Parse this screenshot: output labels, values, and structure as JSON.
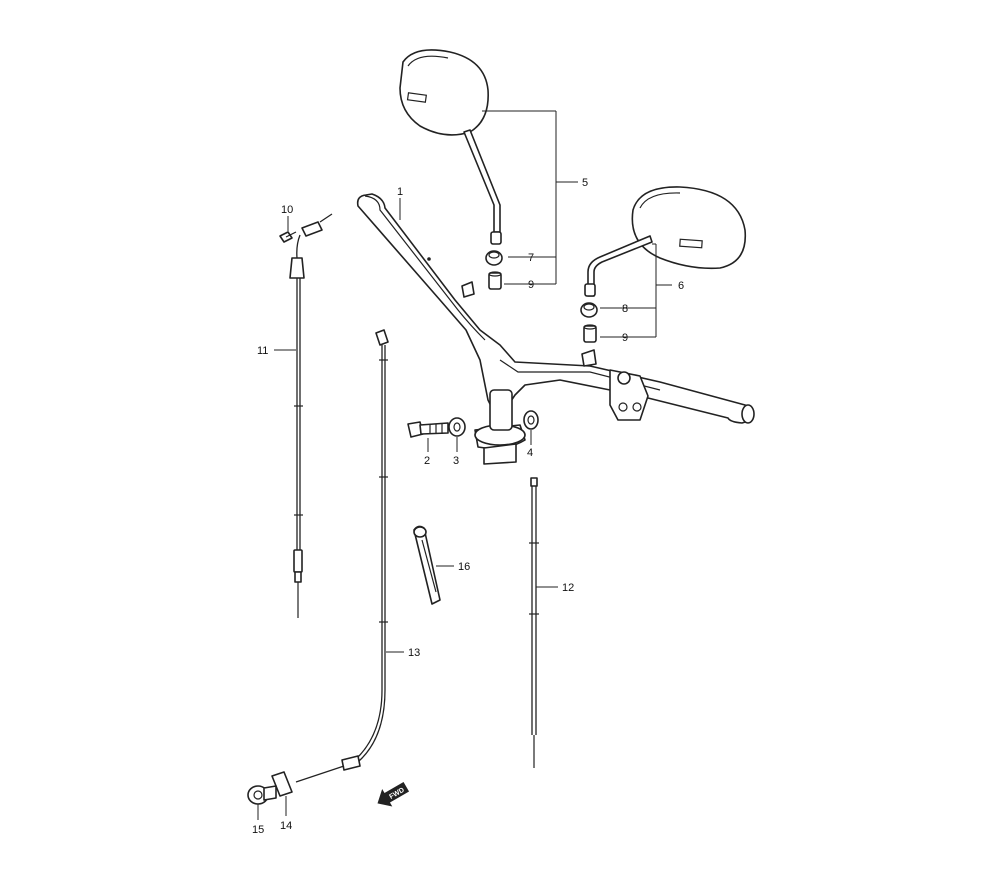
{
  "callouts": [
    {
      "id": "1",
      "text": "1"
    },
    {
      "id": "2",
      "text": "2"
    },
    {
      "id": "3",
      "text": "3"
    },
    {
      "id": "4",
      "text": "4"
    },
    {
      "id": "5",
      "text": "5"
    },
    {
      "id": "6",
      "text": "6"
    },
    {
      "id": "7",
      "text": "7"
    },
    {
      "id": "8",
      "text": "8"
    },
    {
      "id": "9a",
      "text": "9"
    },
    {
      "id": "9b",
      "text": "9"
    },
    {
      "id": "10",
      "text": "10"
    },
    {
      "id": "11",
      "text": "11"
    },
    {
      "id": "12",
      "text": "12"
    },
    {
      "id": "13",
      "text": "13"
    },
    {
      "id": "14",
      "text": "14"
    },
    {
      "id": "15",
      "text": "15"
    },
    {
      "id": "16",
      "text": "16"
    }
  ],
  "fwd_arrow": {
    "label": "FWD",
    "icon": "fwd-arrow-icon"
  },
  "colors": {
    "line": "#222222",
    "background": "#ffffff"
  }
}
